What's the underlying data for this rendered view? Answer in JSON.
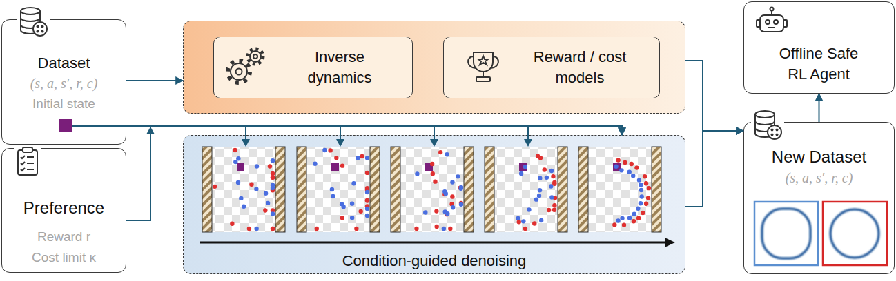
{
  "diagram": {
    "nodes": [
      {
        "text": [
          "Dataset",
          "(s, a, s′, r, c)",
          "Initial state"
        ]
      },
      {
        "text": [
          "Preference",
          "Reward r",
          "Cost limit κ"
        ]
      },
      {
        "text": []
      },
      {
        "text": [
          "Inverse dynamics"
        ],
        "in": 2
      },
      {
        "text": [
          "Reward / cost models"
        ],
        "in": 2
      },
      {
        "text": [
          "Condition-guided denoising"
        ]
      },
      {
        "text": [
          "New Dataset",
          "(s, a, s′, r, c)"
        ]
      },
      {
        "text": [
          "Offline Safe RL Agent"
        ]
      }
    ],
    "edges": [
      {
        "from": 0,
        "to": 2,
        "arrow": "to"
      },
      {
        "from": 0,
        "to": 5,
        "arrow": "to"
      },
      {
        "from": 1,
        "to": 5,
        "arrow": "to"
      },
      {
        "from": 2,
        "to": 6,
        "arrow": "to"
      },
      {
        "from": 5,
        "to": 6,
        "arrow": "to"
      },
      {
        "from": 6,
        "to": 7,
        "arrow": "to"
      }
    ]
  }
}
